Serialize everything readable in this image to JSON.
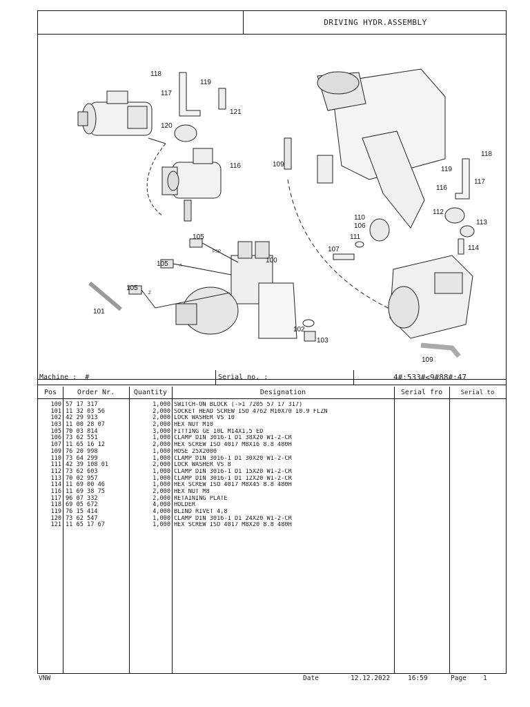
{
  "title": "DRIVING HYDR.ASSEMBLY",
  "machine": {
    "label": "Machine :",
    "value": "#"
  },
  "serial": {
    "label": "Serial no. :"
  },
  "machine_code": "4#:533#<9#88#:47",
  "columns": {
    "pos": "Pos",
    "order": "Order Nr.",
    "qty": "Quantity",
    "designation": "Designation",
    "serial_from": "Serial fro",
    "serial_to": "Serial to"
  },
  "parts": [
    {
      "pos": "100",
      "order": "57 17 317",
      "qty": "1,000",
      "designation": "SWITCH-ON BLOCK (->1 7205 57 17 317)"
    },
    {
      "pos": "101",
      "order": "11 32 03 56",
      "qty": "2,000",
      "designation": "SOCKET HEAD SCREW ISO 4762 M10X70 10.9 FLZN"
    },
    {
      "pos": "102",
      "order": "42 29 913",
      "qty": "2,000",
      "designation": "LOCK WASHER VS 10"
    },
    {
      "pos": "103",
      "order": "11 00 28 07",
      "qty": "2,000",
      "designation": "HEX NUT M10"
    },
    {
      "pos": "105",
      "order": "70 03 814",
      "qty": "3,000",
      "designation": "FITTING GE 10L M14X1,5 ED"
    },
    {
      "pos": "106",
      "order": "73 62 551",
      "qty": "1,000",
      "designation": "CLAMP DIN 3016-1 D1 38X20 W1-2-CR"
    },
    {
      "pos": "107",
      "order": "11 65 16 12",
      "qty": "2,000",
      "designation": "HEX SCREW ISO 4017 M8X16 8.8 480H"
    },
    {
      "pos": "109",
      "order": "76 20 998",
      "qty": "1,000",
      "designation": "HOSE 25X2000"
    },
    {
      "pos": "110",
      "order": "73 64 299",
      "qty": "1,000",
      "designation": "CLAMP DIN 3016-1 D1 30X20 W1-2-CR"
    },
    {
      "pos": "111",
      "order": "42 39 108 01",
      "qty": "2,000",
      "designation": "LOCK WASHER VS 8"
    },
    {
      "pos": "112",
      "order": "73 62 603",
      "qty": "1,000",
      "designation": "CLAMP DIN 3016-1 D1 15X20 W1-2-CR"
    },
    {
      "pos": "113",
      "order": "70 02 957",
      "qty": "1,000",
      "designation": "CLAMP DIN 3016-1 D1 12X20 W1-2-CR"
    },
    {
      "pos": "114",
      "order": "11 69 00 46",
      "qty": "1,000",
      "designation": "HEX SCREW ISO 4017 M8X45 8.8 480H"
    },
    {
      "pos": "116",
      "order": "11 69 38 75",
      "qty": "2,000",
      "designation": "HEX NUT M8"
    },
    {
      "pos": "117",
      "order": "96 07 332",
      "qty": "2,000",
      "designation": "RETAINING PLATE"
    },
    {
      "pos": "118",
      "order": "69 05 672",
      "qty": "4,000",
      "designation": "HOLDER"
    },
    {
      "pos": "119",
      "order": "76 15 414",
      "qty": "4,000",
      "designation": "BLIND RIVET 4,8"
    },
    {
      "pos": "120",
      "order": "73 62 547",
      "qty": "1,000",
      "designation": "CLAMP DIN 3016-1 D1 24X20 W1-2-CR"
    },
    {
      "pos": "121",
      "order": "11 65 17 67",
      "qty": "1,000",
      "designation": "HEX SCREW ISO 4017 M8X20 8.8 480H"
    }
  ],
  "drawing_labels": [
    "118",
    "119",
    "117",
    "121",
    "120",
    "116",
    "105",
    "105",
    "100",
    "105",
    "101",
    "102",
    "103",
    "109",
    "118",
    "119",
    "117",
    "116",
    "112",
    "113",
    "114",
    "110",
    "106",
    "111",
    "107",
    "109"
  ],
  "drawing_port_labels": [
    "PSP",
    "A",
    "Z"
  ],
  "footer": {
    "left": "VNW",
    "date_label": "Date",
    "date": "12.12.2022",
    "time": "16:59",
    "page_label": "Page",
    "page": "1"
  }
}
